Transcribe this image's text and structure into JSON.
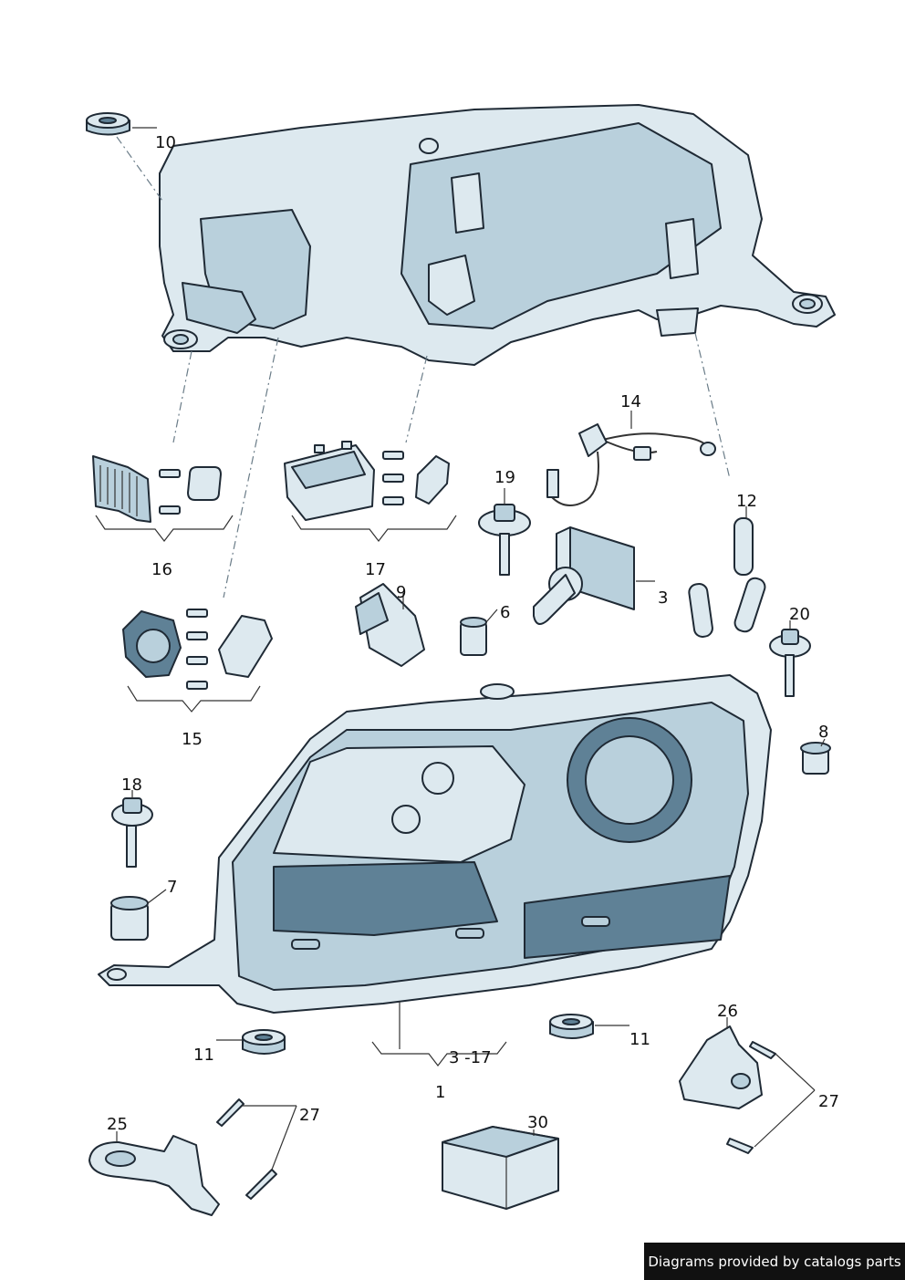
{
  "callouts": {
    "c1": "1",
    "c3": "3",
    "c3_17": "3 -17",
    "c6": "6",
    "c7": "7",
    "c8": "8",
    "c9": "9",
    "c10": "10",
    "c11a": "11",
    "c11b": "11",
    "c12": "12",
    "c14": "14",
    "c15": "15",
    "c16": "16",
    "c17": "17",
    "c18": "18",
    "c19": "19",
    "c20": "20",
    "c25": "25",
    "c26": "26",
    "c27a": "27",
    "c27b": "27",
    "c30": "30"
  },
  "credit": "Diagrams provided by catalogs parts",
  "colors": {
    "part_light": "#dde9ef",
    "part_mid": "#b9d0dc",
    "part_dark": "#5f8196",
    "outline": "#1f2a35"
  }
}
